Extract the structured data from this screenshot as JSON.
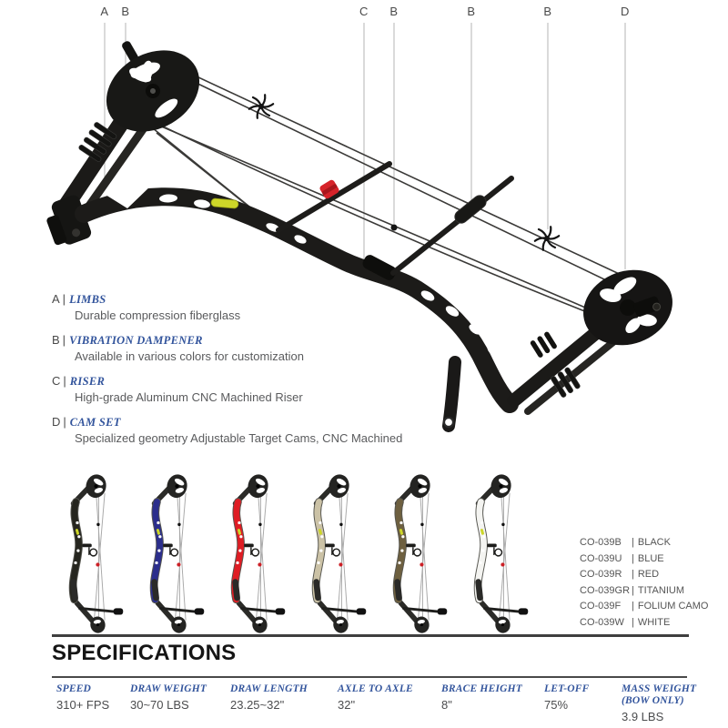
{
  "callout_letters": [
    {
      "label": "A"
    },
    {
      "label": "B"
    },
    {
      "label": "C"
    },
    {
      "label": "B"
    },
    {
      "label": "B"
    },
    {
      "label": "B"
    },
    {
      "label": "D"
    }
  ],
  "ui": {
    "separator": "|"
  },
  "parts": [
    {
      "letter": "A",
      "name": "LIMBS",
      "description": "Durable compression fiberglass"
    },
    {
      "letter": "B",
      "name": "VIBRATION DAMPENER",
      "description": "Available in various colors for customization"
    },
    {
      "letter": "C",
      "name": "RISER",
      "description": "High-grade Aluminum CNC Machined Riser"
    },
    {
      "letter": "D",
      "name": "CAM SET",
      "description": "Specialized geometry Adjustable Target Cams, CNC Machined"
    }
  ],
  "variants": [
    {
      "code": "CO-039B",
      "color_name": "BLACK",
      "hex": "#26261f"
    },
    {
      "code": "CO-039U",
      "color_name": "BLUE",
      "hex": "#2b2e8c"
    },
    {
      "code": "CO-039R",
      "color_name": "RED",
      "hex": "#df1d24"
    },
    {
      "code": "CO-039GR",
      "color_name": "TITANIUM",
      "hex": "#cbc2a6"
    },
    {
      "code": "CO-039F",
      "color_name": "FOLIUM CAMO",
      "hex": "#6e6040"
    },
    {
      "code": "CO-039W",
      "color_name": "WHITE",
      "hex": "#f4f4f1"
    }
  ],
  "specifications": {
    "title": "SPECIFICATIONS",
    "items": [
      {
        "label": "SPEED",
        "value": "310+ FPS"
      },
      {
        "label": "DRAW WEIGHT",
        "value": "30~70 LBS"
      },
      {
        "label": "DRAW LENGTH",
        "value": "23.25~32\""
      },
      {
        "label": "AXLE TO AXLE",
        "value": "32\""
      },
      {
        "label": "BRACE HEIGHT",
        "value": "8\""
      },
      {
        "label": "LET-OFF",
        "value": "75%"
      },
      {
        "label": "MASS WEIGHT",
        "label2": "(BOW ONLY)",
        "value": "3.9 LBS"
      }
    ]
  },
  "colors": {
    "accent_blue": "#32549c",
    "text_gray": "#5a5b5d",
    "heading_black": "#151515",
    "nock_red": "#d6232a",
    "accent_yellow": "#cdd629"
  }
}
